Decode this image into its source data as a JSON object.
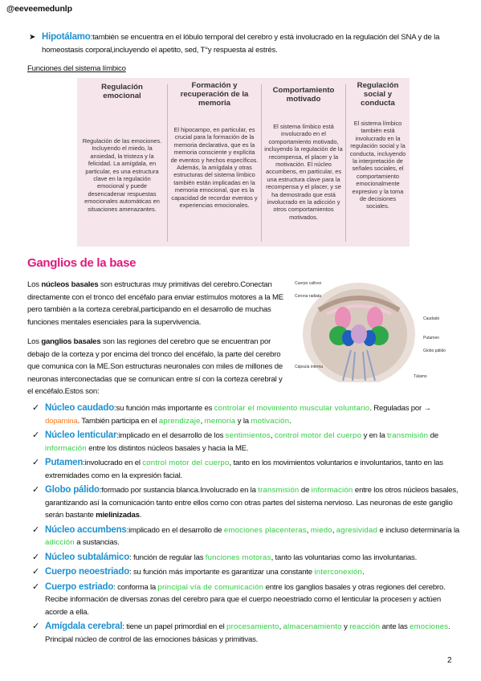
{
  "header": {
    "handle": "@eeveemedunlp"
  },
  "hipotalamo": {
    "term": "Hipotálamo",
    "text": ":también se encuentra en el lóbulo temporal del cerebro y está involucrado en la regulación del SNA y de la homeostasis corporal,incluyendo el apetito, sed, T°y respuesta al estrés."
  },
  "funciones_heading": "Funciones del sistema límbico",
  "table": {
    "columns": [
      {
        "head": "Regulación emocional",
        "body": "Regulación de las emociones. Incluyendo el miedo, la ansiedad, la tristeza y la felicidad. La amígdala, en particular, es una estructura clave en la regulación emocional y puede desencadenar respuestas emocionales automáticas en situaciones amenazantes."
      },
      {
        "head": "Formación y recuperación de la memoria",
        "body": "El hipocampo, en particular, es crucial para la formación de la memoria declarativa, que es la memoria consciente y explícita de eventos y hechos específicos. Además, la amígdala y otras estructuras del sistema límbico también están implicadas en la memoria emocional, que es la capacidad de recordar eventos y experiencias emocionales."
      },
      {
        "head": "Comportamiento motivado",
        "body": "El sistema límbico está involucrado en el comportamiento motivado, incluyendo la regulación de la recompensa, el placer y la motivación. El núcleo accumbens, en particular, es una estructura clave para la recompensa y el placer, y se ha demostrado que está involucrado en la adicción y otros comportamientos motivados."
      },
      {
        "head": "Regulación social y conducta",
        "body": "El sistema límbico también está involucrado en la regulación social y la conducta, incluyendo la interpretación de señales sociales, el comportamiento emocionalmente expresivo y la toma de decisiones sociales."
      }
    ]
  },
  "ganglios": {
    "title": "Ganglios de la base",
    "p1": {
      "a": "Los ",
      "b": "núcleos basales",
      "c": " son estructuras muy primitivas del cerebro.Conectan directamente con el tronco del encéfalo para enviar estímulos motores a la ME pero también a la corteza cerebral,participando en el desarrollo de muchas funciones mentales esenciales para la supervivencia."
    },
    "p2": {
      "a": "Los ",
      "b": "ganglios basales",
      "c": " son las regiones del cerebro que se encuentran por debajo de la corteza y por encima del tronco del encéfalo, la parte del cerebro que comunica con la ME.Son estructuras neuronales con miles de millones de neuronas interconectadas que se comunican entre sí con la corteza cerebral y el encéfalo.Estos son:"
    },
    "brain_labels": [
      "Cuerpo calloso",
      "Corona radiata",
      "Caudado",
      "Putamen",
      "Globo pálido",
      "Cápsula interna",
      "Tálamo"
    ]
  },
  "list": [
    {
      "term": "Núcleo caudado",
      "parts": [
        {
          "t": ":su función más importante es "
        },
        {
          "t": "controlar el movimiento muscular voluntario",
          "c": "g"
        },
        {
          "t": ". Reguladas por → "
        },
        {
          "t": "dopamina",
          "c": "o"
        },
        {
          "t": ". También participa en el "
        },
        {
          "t": "aprendizaje",
          "c": "g"
        },
        {
          "t": ", "
        },
        {
          "t": "memoria",
          "c": "g"
        },
        {
          "t": " y la "
        },
        {
          "t": "motivación",
          "c": "g"
        },
        {
          "t": "."
        }
      ]
    },
    {
      "term": "Núcleo lenticular",
      "parts": [
        {
          "t": ":implicado en el desarrollo de los "
        },
        {
          "t": "sentimientos",
          "c": "g"
        },
        {
          "t": ", "
        },
        {
          "t": "control motor del cuerpo",
          "c": "g"
        },
        {
          "t": " y en la "
        },
        {
          "t": "transmisión",
          "c": "g"
        },
        {
          "t": " de "
        },
        {
          "t": "información",
          "c": "g"
        },
        {
          "t": " entre los distintos núcleos basales y hacia la ME."
        }
      ]
    },
    {
      "term": "Putamen",
      "parts": [
        {
          "t": ":involucrado en el "
        },
        {
          "t": "control motor del cuerpo",
          "c": "g"
        },
        {
          "t": ", tanto en los movimientos voluntarios e involuntarios, tanto en las extremidades como en la expresión facial."
        }
      ]
    },
    {
      "term": "Globo pálido",
      "parts": [
        {
          "t": ":formado por sustancia blanca.Involucrado en la "
        },
        {
          "t": "transmisión",
          "c": "g"
        },
        {
          "t": " de "
        },
        {
          "t": "información",
          "c": "g"
        },
        {
          "t": " entre los otros núcleos basales, garantizando así la comunicación tanto entre ellos como con otras partes del sistema nervioso. Las neuronas de este ganglio serán bastante "
        },
        {
          "t": "mielinizadas",
          "c": "b"
        },
        {
          "t": "."
        }
      ]
    },
    {
      "term": "Núcleo accumbens",
      "parts": [
        {
          "t": ":implicado en el desarrollo de "
        },
        {
          "t": "emociones placenteras",
          "c": "g"
        },
        {
          "t": ", "
        },
        {
          "t": "miedo",
          "c": "g"
        },
        {
          "t": ", "
        },
        {
          "t": "agresividad",
          "c": "g"
        },
        {
          "t": " e incluso determinaría la "
        },
        {
          "t": "adicción",
          "c": "g"
        },
        {
          "t": " a sustancias."
        }
      ]
    },
    {
      "term": "Núcleo subtalámico",
      "parts": [
        {
          "t": ": función de regular las "
        },
        {
          "t": "funciones motoras",
          "c": "g"
        },
        {
          "t": ", tanto las voluntarias como las involuntarias."
        }
      ]
    },
    {
      "term": "Cuerpo neoestriado",
      "parts": [
        {
          "t": ": su función más importante es garantizar una constante "
        },
        {
          "t": "interconexión",
          "c": "g"
        },
        {
          "t": "."
        }
      ]
    },
    {
      "term": "Cuerpo estriado",
      "parts": [
        {
          "t": ": conforma la "
        },
        {
          "t": "principal vía de comunicación",
          "c": "g"
        },
        {
          "t": " entre los ganglios basales y otras regiones del cerebro. Recibe información de diversas zonas del cerebro para que el cuerpo neoestriado como el lenticular la procesen y actúen acorde a ella."
        }
      ]
    },
    {
      "term": "Amígdala cerebral",
      "parts": [
        {
          "t": ": tiene un papel primordial en el "
        },
        {
          "t": "procesamiento",
          "c": "g"
        },
        {
          "t": ", "
        },
        {
          "t": "almacenamiento",
          "c": "g"
        },
        {
          "t": " y "
        },
        {
          "t": "reacción",
          "c": "g"
        },
        {
          "t": " ante las "
        },
        {
          "t": "emociones",
          "c": "g"
        },
        {
          "t": ". Principal núcleo de control de las emociones básicas y primitivas."
        }
      ]
    }
  ],
  "page_number": "2"
}
